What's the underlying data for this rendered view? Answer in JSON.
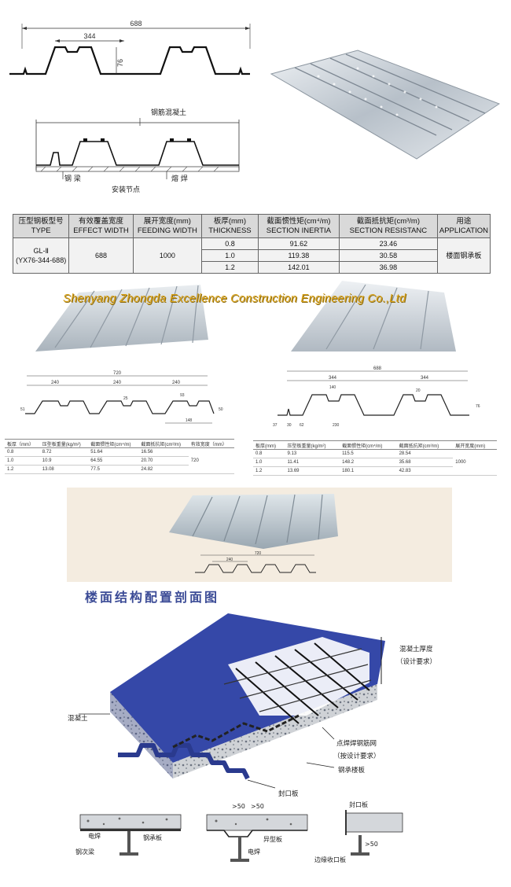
{
  "top_diagram": {
    "dim_total": "688",
    "dim_half": "344",
    "dim_height": "76"
  },
  "install_diagram": {
    "label_concrete": "钢筋混凝土",
    "label_beam": "钢 梁",
    "label_weld": "熔 焊",
    "caption": "安装节点"
  },
  "spec_table": {
    "headers": [
      {
        "cn": "压型钢板型号",
        "en": "TYPE"
      },
      {
        "cn": "有效覆盖宽度",
        "en": "EFFECT WIDTH"
      },
      {
        "cn": "展开宽度(mm)",
        "en": "FEEDING WIDTH"
      },
      {
        "cn": "板厚(mm)",
        "en": "THICKNESS"
      },
      {
        "cn": "截面惯性矩(cm⁴/m)",
        "en": "SECTION INERTIA"
      },
      {
        "cn": "截面抵抗矩(cm³/m)",
        "en": "SECTION RESISTANC"
      },
      {
        "cn": "用途",
        "en": "APPLICATION"
      }
    ],
    "type_line1": "GL-Ⅱ",
    "type_line2": "(YX76-344-688)",
    "effect_width": "688",
    "feeding_width": "1000",
    "application": "楼面钢承板",
    "rows": [
      {
        "thickness": "0.8",
        "inertia": "91.62",
        "resistance": "23.46"
      },
      {
        "thickness": "1.0",
        "inertia": "119.38",
        "resistance": "30.58"
      },
      {
        "thickness": "1.2",
        "inertia": "142.01",
        "resistance": "36.98"
      }
    ]
  },
  "watermark": "Shenyang Zhongda Excellence Construction Engineering Co.,Ltd",
  "left_profile": {
    "dim_total": "720",
    "dim_a": "240",
    "dim_b": "240",
    "dim_c": "240",
    "dim_top": "93",
    "dim_small": "25",
    "dim_bottom": "148",
    "dim_h1": "51",
    "dim_h2": "50"
  },
  "right_profile": {
    "dim_total": "688",
    "dim_a": "344",
    "dim_b": "344",
    "dim_top": "140",
    "dim_small": "20",
    "dim_h": "76",
    "dim_bottom": "230",
    "dim_37": "37",
    "dim_30": "30",
    "dim_62": "62"
  },
  "left_table": {
    "header": [
      "板厚（mm）",
      "压型板重量(kg/m²)",
      "截面惯性矩(cm⁴/m)",
      "截面抵抗矩(cm³/m)",
      "有效宽度（mm）"
    ],
    "rows": [
      [
        "0.8",
        "8.72",
        "51.64",
        "16.56"
      ],
      [
        "1.0",
        "10.9",
        "64.55",
        "20.70"
      ],
      [
        "1.2",
        "13.08",
        "77.5",
        "24.82"
      ]
    ],
    "width_value": "720"
  },
  "right_table": {
    "header": [
      "板厚(mm)",
      "压型板重量(kg/m²)",
      "截面惯性矩(cm⁴/m)",
      "截面抵抗矩(cm³/m)",
      "展开宽度(mm)"
    ],
    "rows": [
      [
        "0.8",
        "9.13",
        "115.5",
        "28.54"
      ],
      [
        "1.0",
        "11.41",
        "148.2",
        "35.68"
      ],
      [
        "1.2",
        "13.69",
        "180.1",
        "42.83"
      ]
    ],
    "width_value": "1000"
  },
  "center_profile": {
    "dim_total": "720",
    "dim_a": "240"
  },
  "floor_section": {
    "title": "楼面结构配置剖面图",
    "label_thickness": "混凝土厚度",
    "label_thickness_note": "（设计要求）",
    "label_concrete": "混凝土",
    "label_mesh": "点焊焊钢筋网",
    "label_mesh_note": "（按设计要求）",
    "label_deck": "钢承楼板",
    "label_seal": "封口板"
  },
  "details": {
    "d1_weld": "电焊",
    "d1_deck": "钢承板",
    "d1_beam": "钢次梁",
    "d2_gap1": ">50",
    "d2_gap2": ">50",
    "d2_weld": "电焊",
    "d2_shaped": "异型板",
    "d3_seal": "封口板",
    "d3_gap": ">50",
    "d3_edge": "边缘收口板"
  },
  "colors": {
    "concrete_blue": "#3548a8",
    "steel": "#b8c2cc",
    "title_blue": "#3b4b96",
    "watermark_gold": "#d9a21a"
  }
}
